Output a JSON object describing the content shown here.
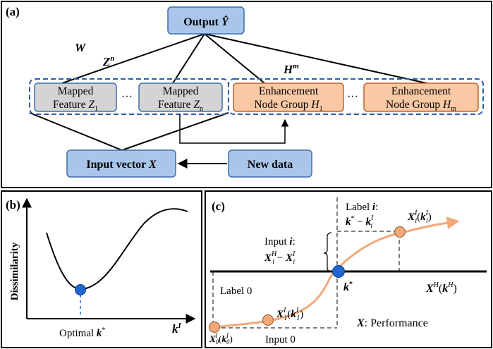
{
  "colors": {
    "blue_fill": "#a9c6ea",
    "blue_stroke": "#3f6fa8",
    "gray_fill": "#d4d4d4",
    "orange_fill": "#f9c8a4",
    "orange_stroke": "#c0632c",
    "dashed": "#2f5da6",
    "curve": "#f2a877",
    "dot_blue": "#1f66d1",
    "dot_orange": "#f2a877"
  },
  "panel_a": {
    "tag": "(a)",
    "output": {
      "label": "Output",
      "sym": "Ŷ"
    },
    "weight_w": "W",
    "weight_zn": {
      "base": "Z",
      "sup": "n"
    },
    "weight_hm": {
      "base": "H",
      "sup": "m"
    },
    "mapped1": {
      "line1": "Mapped",
      "line2": "Feature ",
      "sym": "Z",
      "sub": "1"
    },
    "mapped_n": {
      "line1": "Mapped",
      "line2": "Feature ",
      "sym": "Z",
      "sub": "n"
    },
    "enh1": {
      "line1": "Enhancement",
      "line2": "Node Group ",
      "sym": "H",
      "sub": "1"
    },
    "enh_m": {
      "line1": "Enhancement",
      "line2": "Node Group ",
      "sym": "H",
      "sub": "m"
    },
    "ellipsis": "···",
    "input_vector": {
      "label": "Input vector ",
      "sym": "X"
    },
    "new_data": "New data"
  },
  "panel_b": {
    "tag": "(b)",
    "ylabel": "Dissimilarity",
    "xtext": "Optimal ",
    "xsym": "k",
    "xsup": "*",
    "axis_sym": "k",
    "axis_sup": "I"
  },
  "panel_c": {
    "tag": "(c)",
    "label_i": {
      "line1": "Label ",
      "i": "i",
      "colon": ":",
      "expr_k": "k",
      "expr_star": "*",
      "minus": " − ",
      "expr_ki": "k",
      "ki_sup": "I",
      "ki_sub": "i"
    },
    "input_i": {
      "line1": "Input ",
      "i": "i",
      "colon": ":",
      "xh": "X",
      "xh_sup": "H",
      "xh_sub": "i",
      "minus": " − ",
      "xi": "X",
      "xi_sup": "I",
      "xi_sub": "i"
    },
    "label0": "Label 0",
    "input0": "Input 0",
    "kstar": {
      "sym": "k",
      "sup": "*"
    },
    "xh_axis": {
      "sym": "X",
      "sup": "H",
      "open": "(",
      "k": "k",
      "ksup": "H",
      "close": ")"
    },
    "x_perf": {
      "sym": "X",
      "text": ": Performance"
    },
    "pt_i": {
      "sym": "X",
      "sup": "I",
      "sub": "i",
      "open": "(",
      "k": "k",
      "ksup": "I",
      "ksub": "i",
      "close": ")"
    },
    "pt_1": {
      "sym": "X",
      "sup": "I",
      "sub": "1",
      "open": "(",
      "k": "k",
      "ksup": "I",
      "ksub": "1",
      "close": ")"
    },
    "pt_0": {
      "sym": "X",
      "sup": "I",
      "sub": "0",
      "open": "(",
      "k": "k",
      "ksup": "I",
      "ksub": "0",
      "close": ")"
    }
  }
}
